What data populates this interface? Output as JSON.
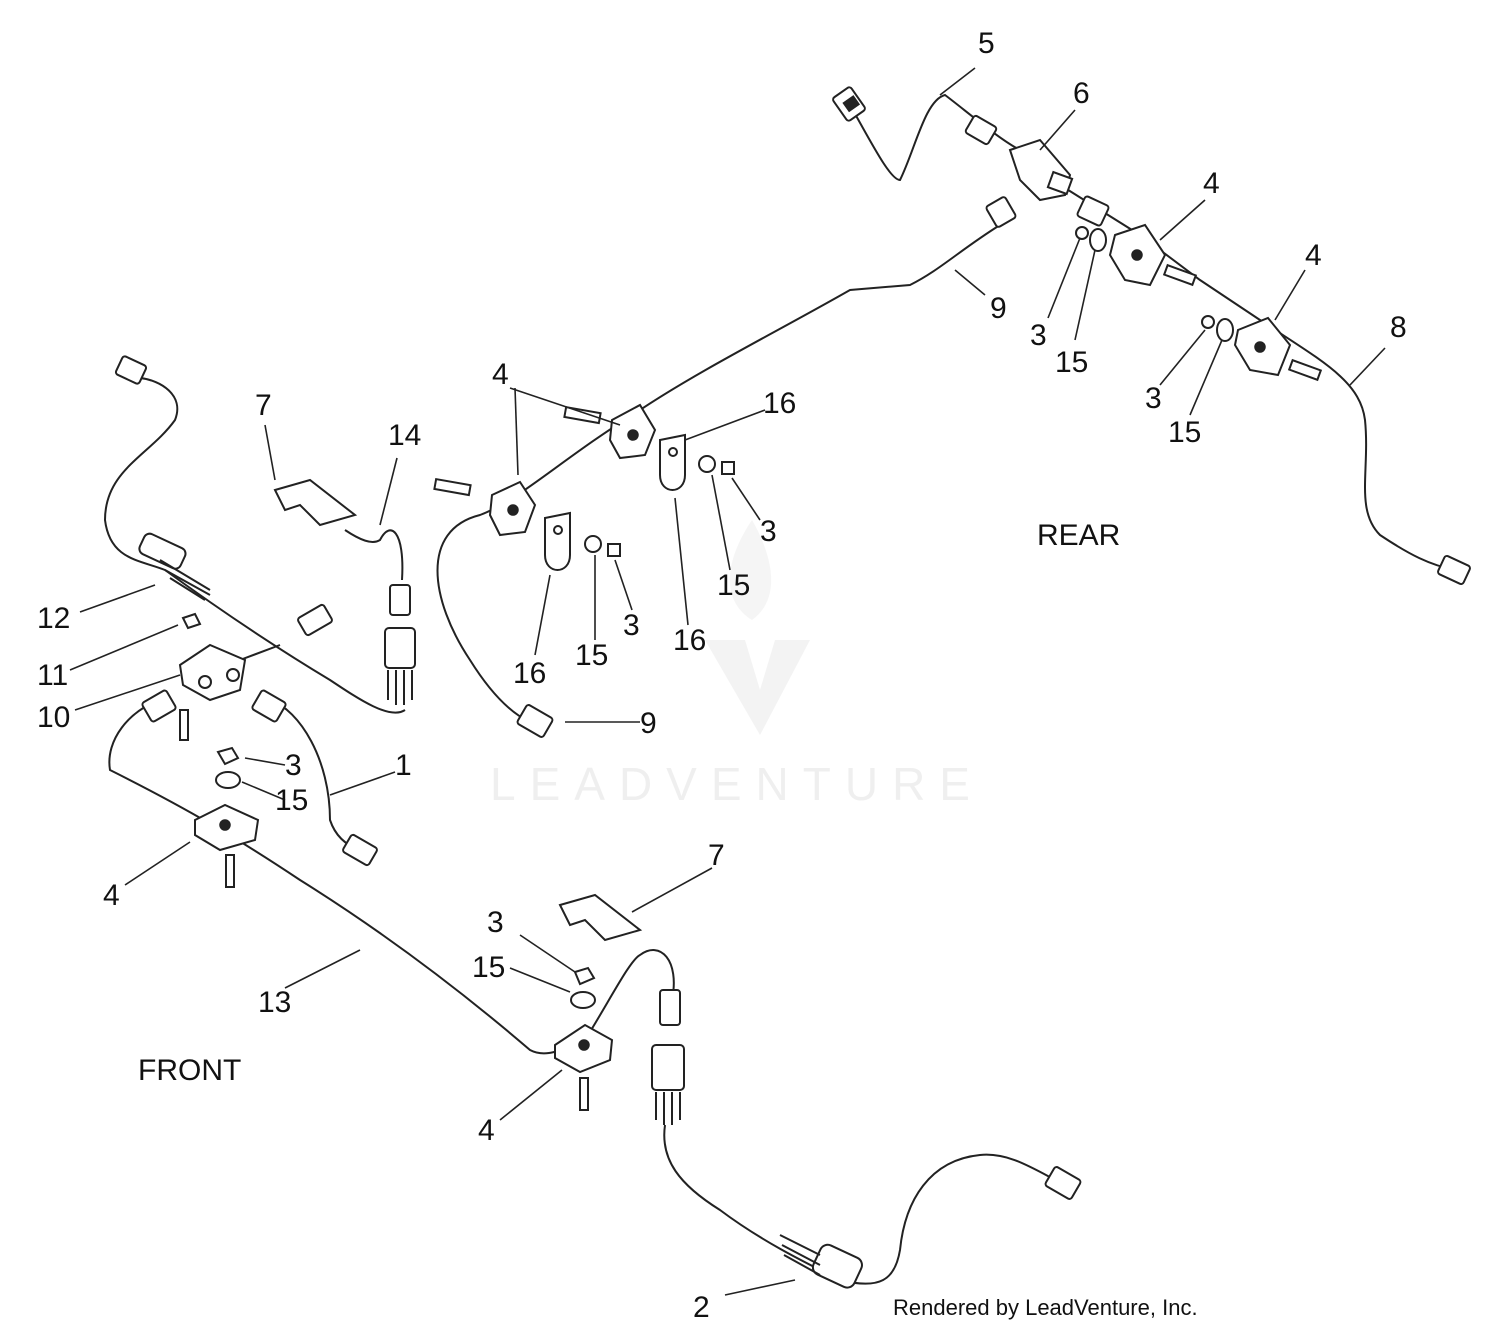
{
  "diagram": {
    "callouts": {
      "c1": "1",
      "c2": "2",
      "c3a": "3",
      "c3b": "3",
      "c3c": "3",
      "c3d": "3",
      "c3e": "3",
      "c3f": "3",
      "c4a": "4",
      "c4b": "4",
      "c4c": "4",
      "c4d": "4",
      "c4e": "4",
      "c5": "5",
      "c6": "6",
      "c7a": "7",
      "c7b": "7",
      "c8": "8",
      "c9a": "9",
      "c9b": "9",
      "c10": "10",
      "c11": "11",
      "c12": "12",
      "c13": "13",
      "c14": "14",
      "c15a": "15",
      "c15b": "15",
      "c15c": "15",
      "c15d": "15",
      "c15e": "15",
      "c15f": "15",
      "c16a": "16",
      "c16b": "16",
      "c16c": "16"
    },
    "labels": {
      "rear": "REAR",
      "front": "FRONT"
    },
    "watermark": "LEADVENTURE",
    "credit": "Rendered by LeadVenture, Inc."
  }
}
